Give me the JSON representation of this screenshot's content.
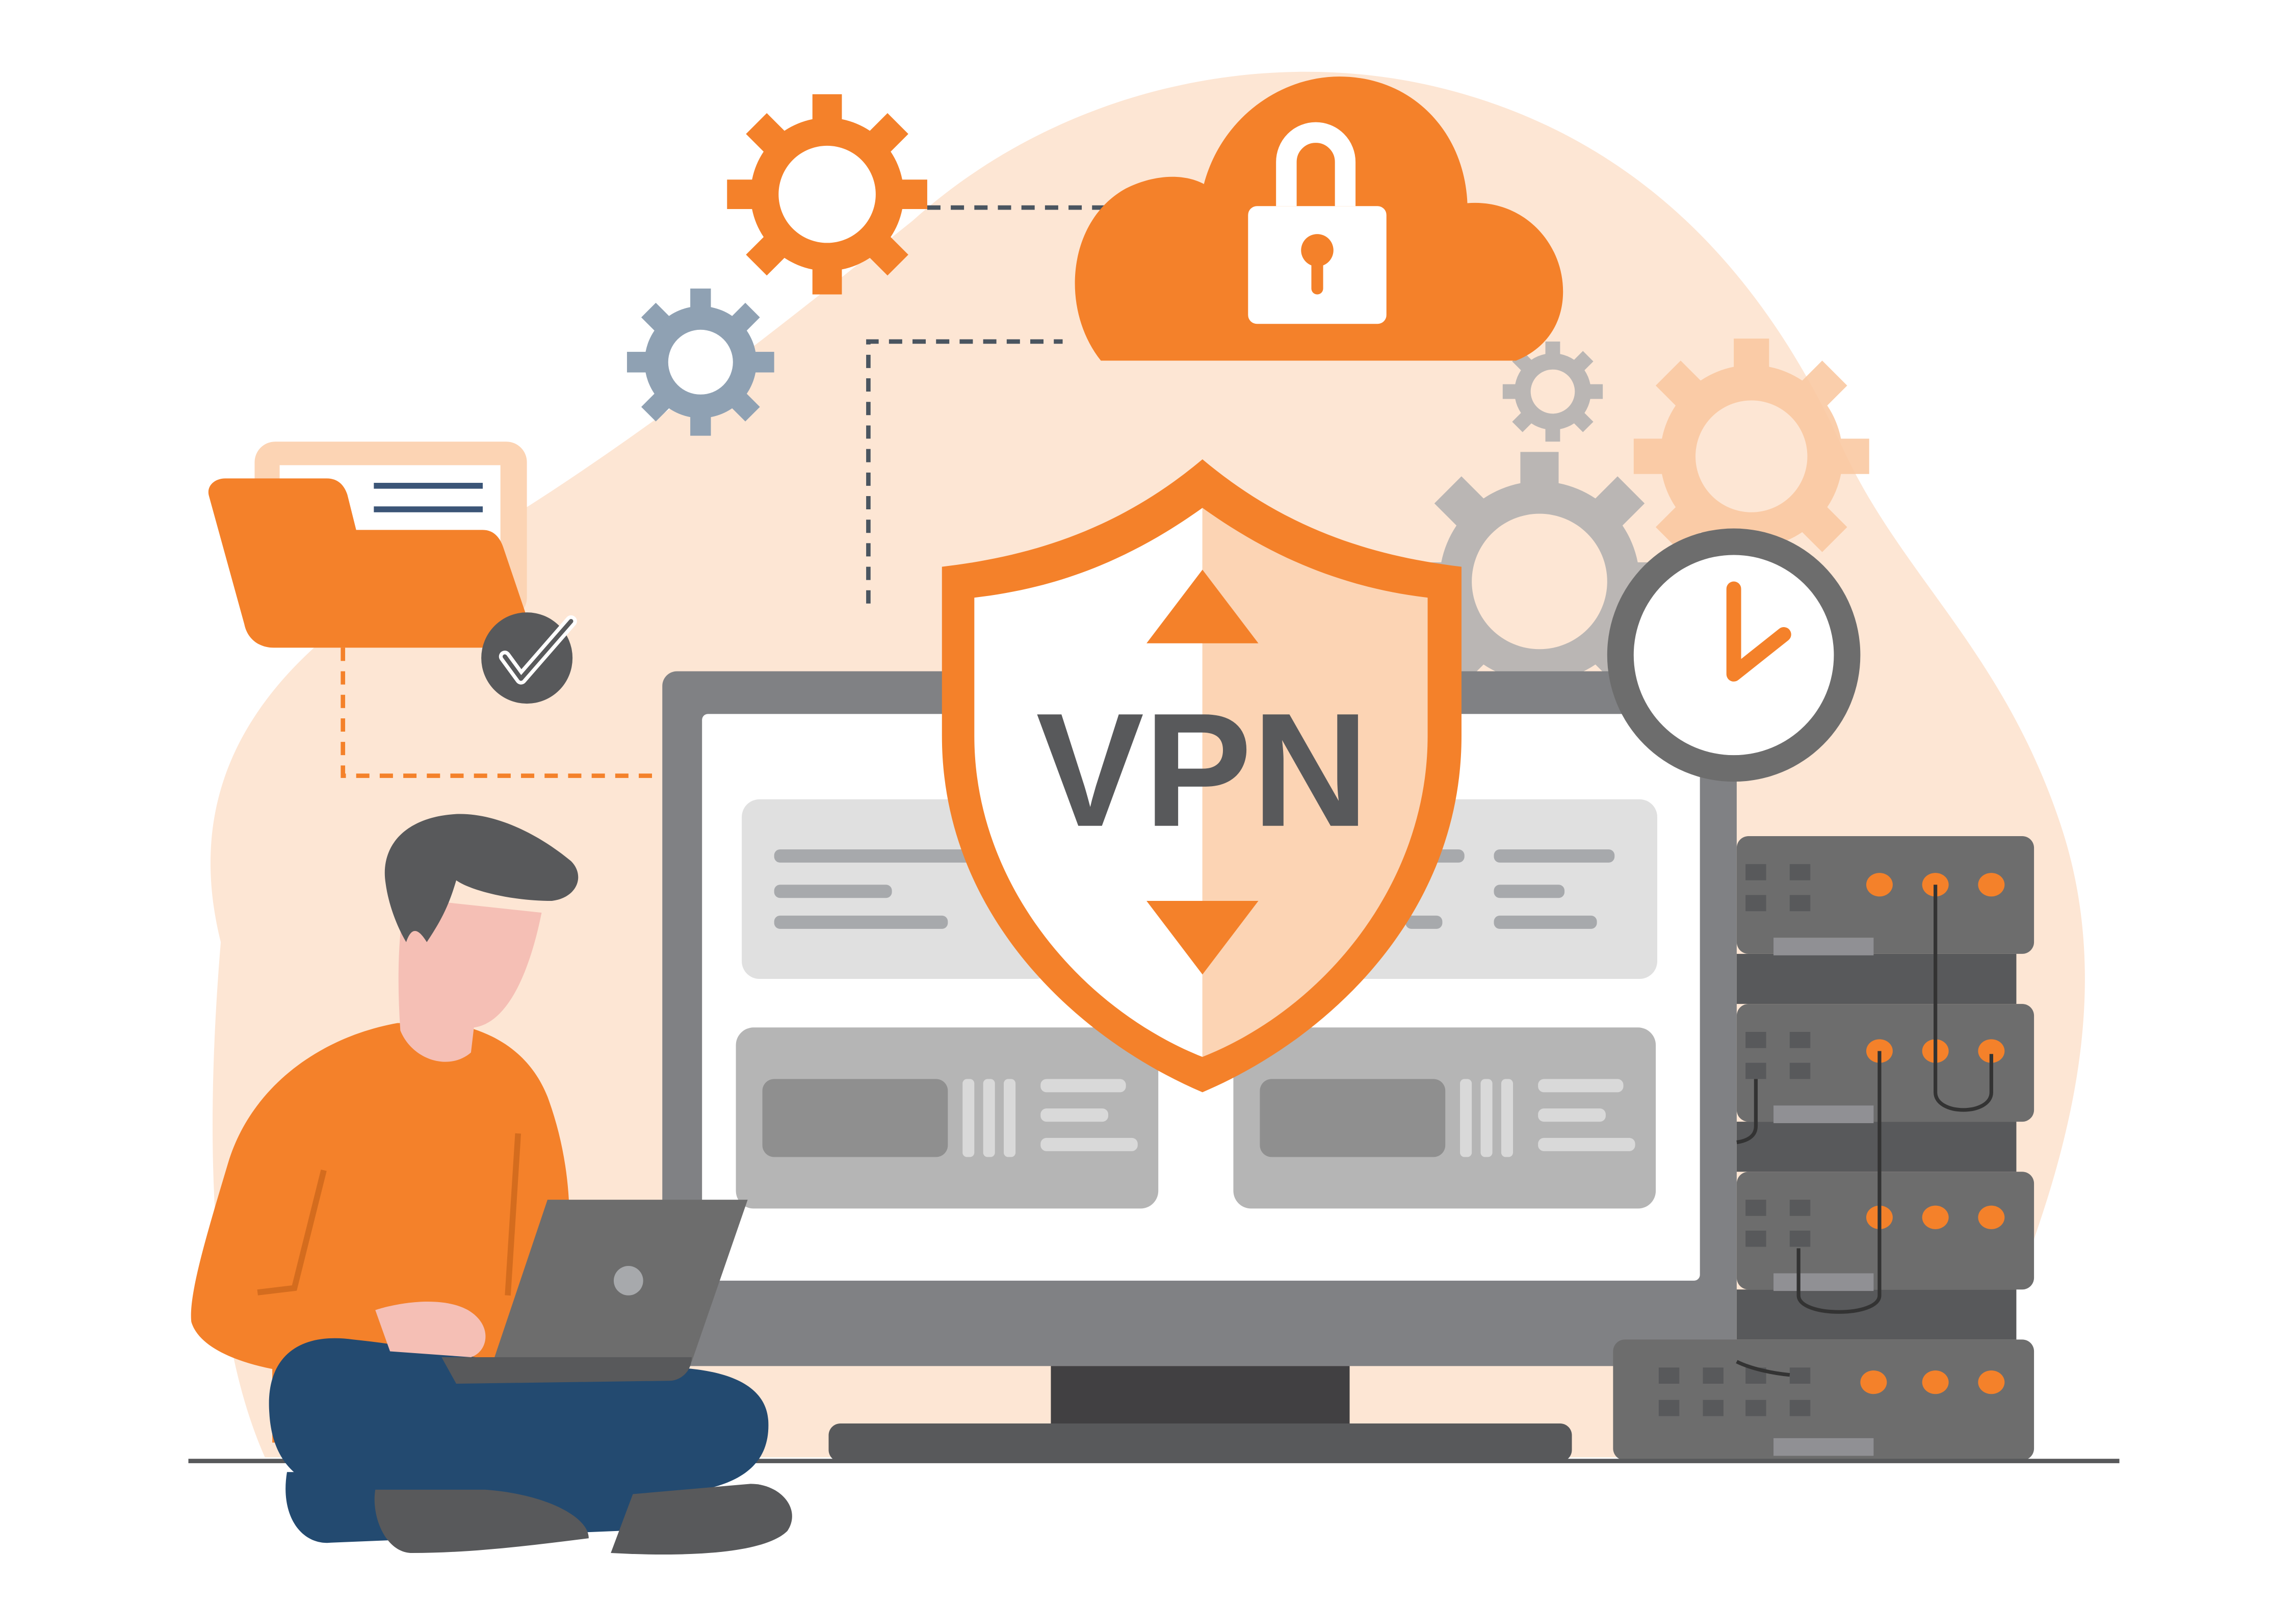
{
  "illustration": {
    "title": "VPN concept illustration",
    "shield": {
      "label": "VPN",
      "arrows": [
        "up",
        "down"
      ]
    },
    "icons": [
      "cloud-lock-icon",
      "gear-icon",
      "folder-icon",
      "check-icon",
      "clock-icon",
      "server-rack-icon",
      "monitor-icon",
      "laptop-icon",
      "person"
    ]
  },
  "colors": {
    "orange": "#F4812A",
    "peach_bg": "#FDE6D4",
    "peach_shield": "#FCD4B4",
    "dark_gray": "#58595B",
    "mid_gray": "#6D6D6D",
    "light_gray": "#E0E0E0",
    "navy": "#234A70",
    "skin": "#F5BFB5"
  }
}
